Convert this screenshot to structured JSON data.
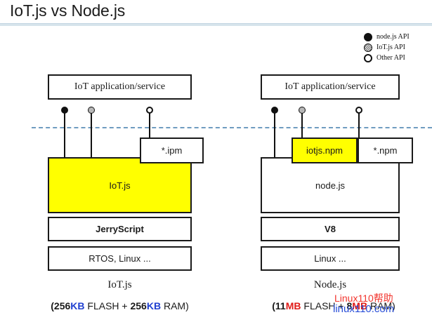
{
  "slide": {
    "title": "IoT.js vs Node.js"
  },
  "legend": {
    "items": [
      {
        "label": "node.js API",
        "marker": "filled-circle-icon",
        "marker_color": "#111111"
      },
      {
        "label": "IoT.js API",
        "marker": "patterned-circle-icon",
        "marker_color": "#111111"
      },
      {
        "label": "Other API",
        "marker": "hollow-circle-icon",
        "marker_color": "#ffffff"
      }
    ]
  },
  "boundary": {
    "name": "api-boundary-dashed-line",
    "color": "#6f9cc0"
  },
  "columns": [
    {
      "id": "iotjs",
      "caption": "IoT.js",
      "app_box": "IoT application/service",
      "module_boxes": [
        {
          "label": "*.ipm",
          "fill": "#ffffff"
        }
      ],
      "runtime_box": {
        "label": "IoT.js",
        "fill": "#ffff00"
      },
      "engine_box": {
        "label": "JerryScript",
        "fill": "#ffffff"
      },
      "os_box": {
        "label": "RTOS, Linux ...",
        "fill": "#ffffff"
      },
      "spec": {
        "open": "(",
        "flash_value": "256",
        "flash_unit": "KB",
        "flash_word": " FLASH",
        "plus": " + ",
        "ram_value": "256",
        "ram_unit": "KB",
        "ram_word": " RAM",
        "close": ")"
      },
      "pins": [
        {
          "type": "filled",
          "api": "node.js API"
        },
        {
          "type": "pattern",
          "api": "IoT.js API"
        },
        {
          "type": "hollow",
          "api": "Other API"
        }
      ]
    },
    {
      "id": "nodejs",
      "caption": "Node.js",
      "app_box": "IoT application/service",
      "module_boxes": [
        {
          "label": "iotjs.npm",
          "fill": "#ffff00"
        },
        {
          "label": "*.npm",
          "fill": "#ffffff"
        }
      ],
      "runtime_box": {
        "label": "node.js",
        "fill": "#ffffff"
      },
      "engine_box": {
        "label": "V8",
        "fill": "#ffffff"
      },
      "os_box": {
        "label": "Linux ...",
        "fill": "#ffffff"
      },
      "spec": {
        "open": "(",
        "flash_value": "11",
        "flash_unit": "MB",
        "flash_word": " FLASH",
        "plus": " + ",
        "ram_value": "8",
        "ram_unit": "MB",
        "ram_word": " RAM",
        "close": ")"
      },
      "pins": [
        {
          "type": "filled",
          "api": "node.js API"
        },
        {
          "type": "pattern",
          "api": "IoT.js API"
        },
        {
          "type": "hollow",
          "api": "Other API"
        }
      ]
    }
  ],
  "watermark": {
    "line1": "Linux110帮助",
    "line2": "linux110.com",
    "color1": "#f2352e",
    "color2": "#2a4fd8"
  }
}
